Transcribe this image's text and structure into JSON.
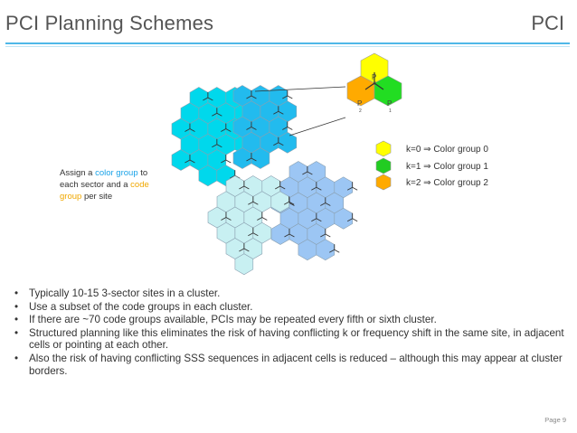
{
  "header": {
    "title": "PCI Planning  Schemes",
    "tag": "PCI"
  },
  "annotation": {
    "prefix": "Assign a ",
    "color_group": "color group",
    "middle": " to each sector and a ",
    "code_group": "code group",
    "suffix": " per site"
  },
  "site_detail": {
    "top_letter": "P",
    "left_letter": "P",
    "right_letter": "P",
    "top_index": "0",
    "left_index": "2",
    "right_index": "1"
  },
  "legend": [
    {
      "label": "k=0 ⇒ Color group 0",
      "color": "#ffff00"
    },
    {
      "label": "k=1 ⇒ Color group 1",
      "color": "#22cc22"
    },
    {
      "label": "k=2 ⇒ Color group 2",
      "color": "#ffaa00"
    }
  ],
  "bullets": [
    "Typically 10-15 3-sector sites in a cluster.",
    "Use a subset of the code groups in each cluster.",
    "If there are ~70 code groups available, PCIs may be repeated every fifth or sixth cluster.",
    "Structured planning like this eliminates the risk of having conflicting k or frequency shift in the same site, in adjacent cells or pointing at each other.",
    "Also the risk of having conflicting SSS sequences in adjacent cells is reduced – although this may appear at cluster borders."
  ],
  "footer": {
    "page": "Page 9"
  },
  "colors": {
    "cluster_cyan": "#00d8ec",
    "cluster_blue": "#22bbee",
    "cluster_lightblue": "#9cc6f4",
    "cluster_pale": "#c8f0f2",
    "rule": "#4fb8e8"
  }
}
